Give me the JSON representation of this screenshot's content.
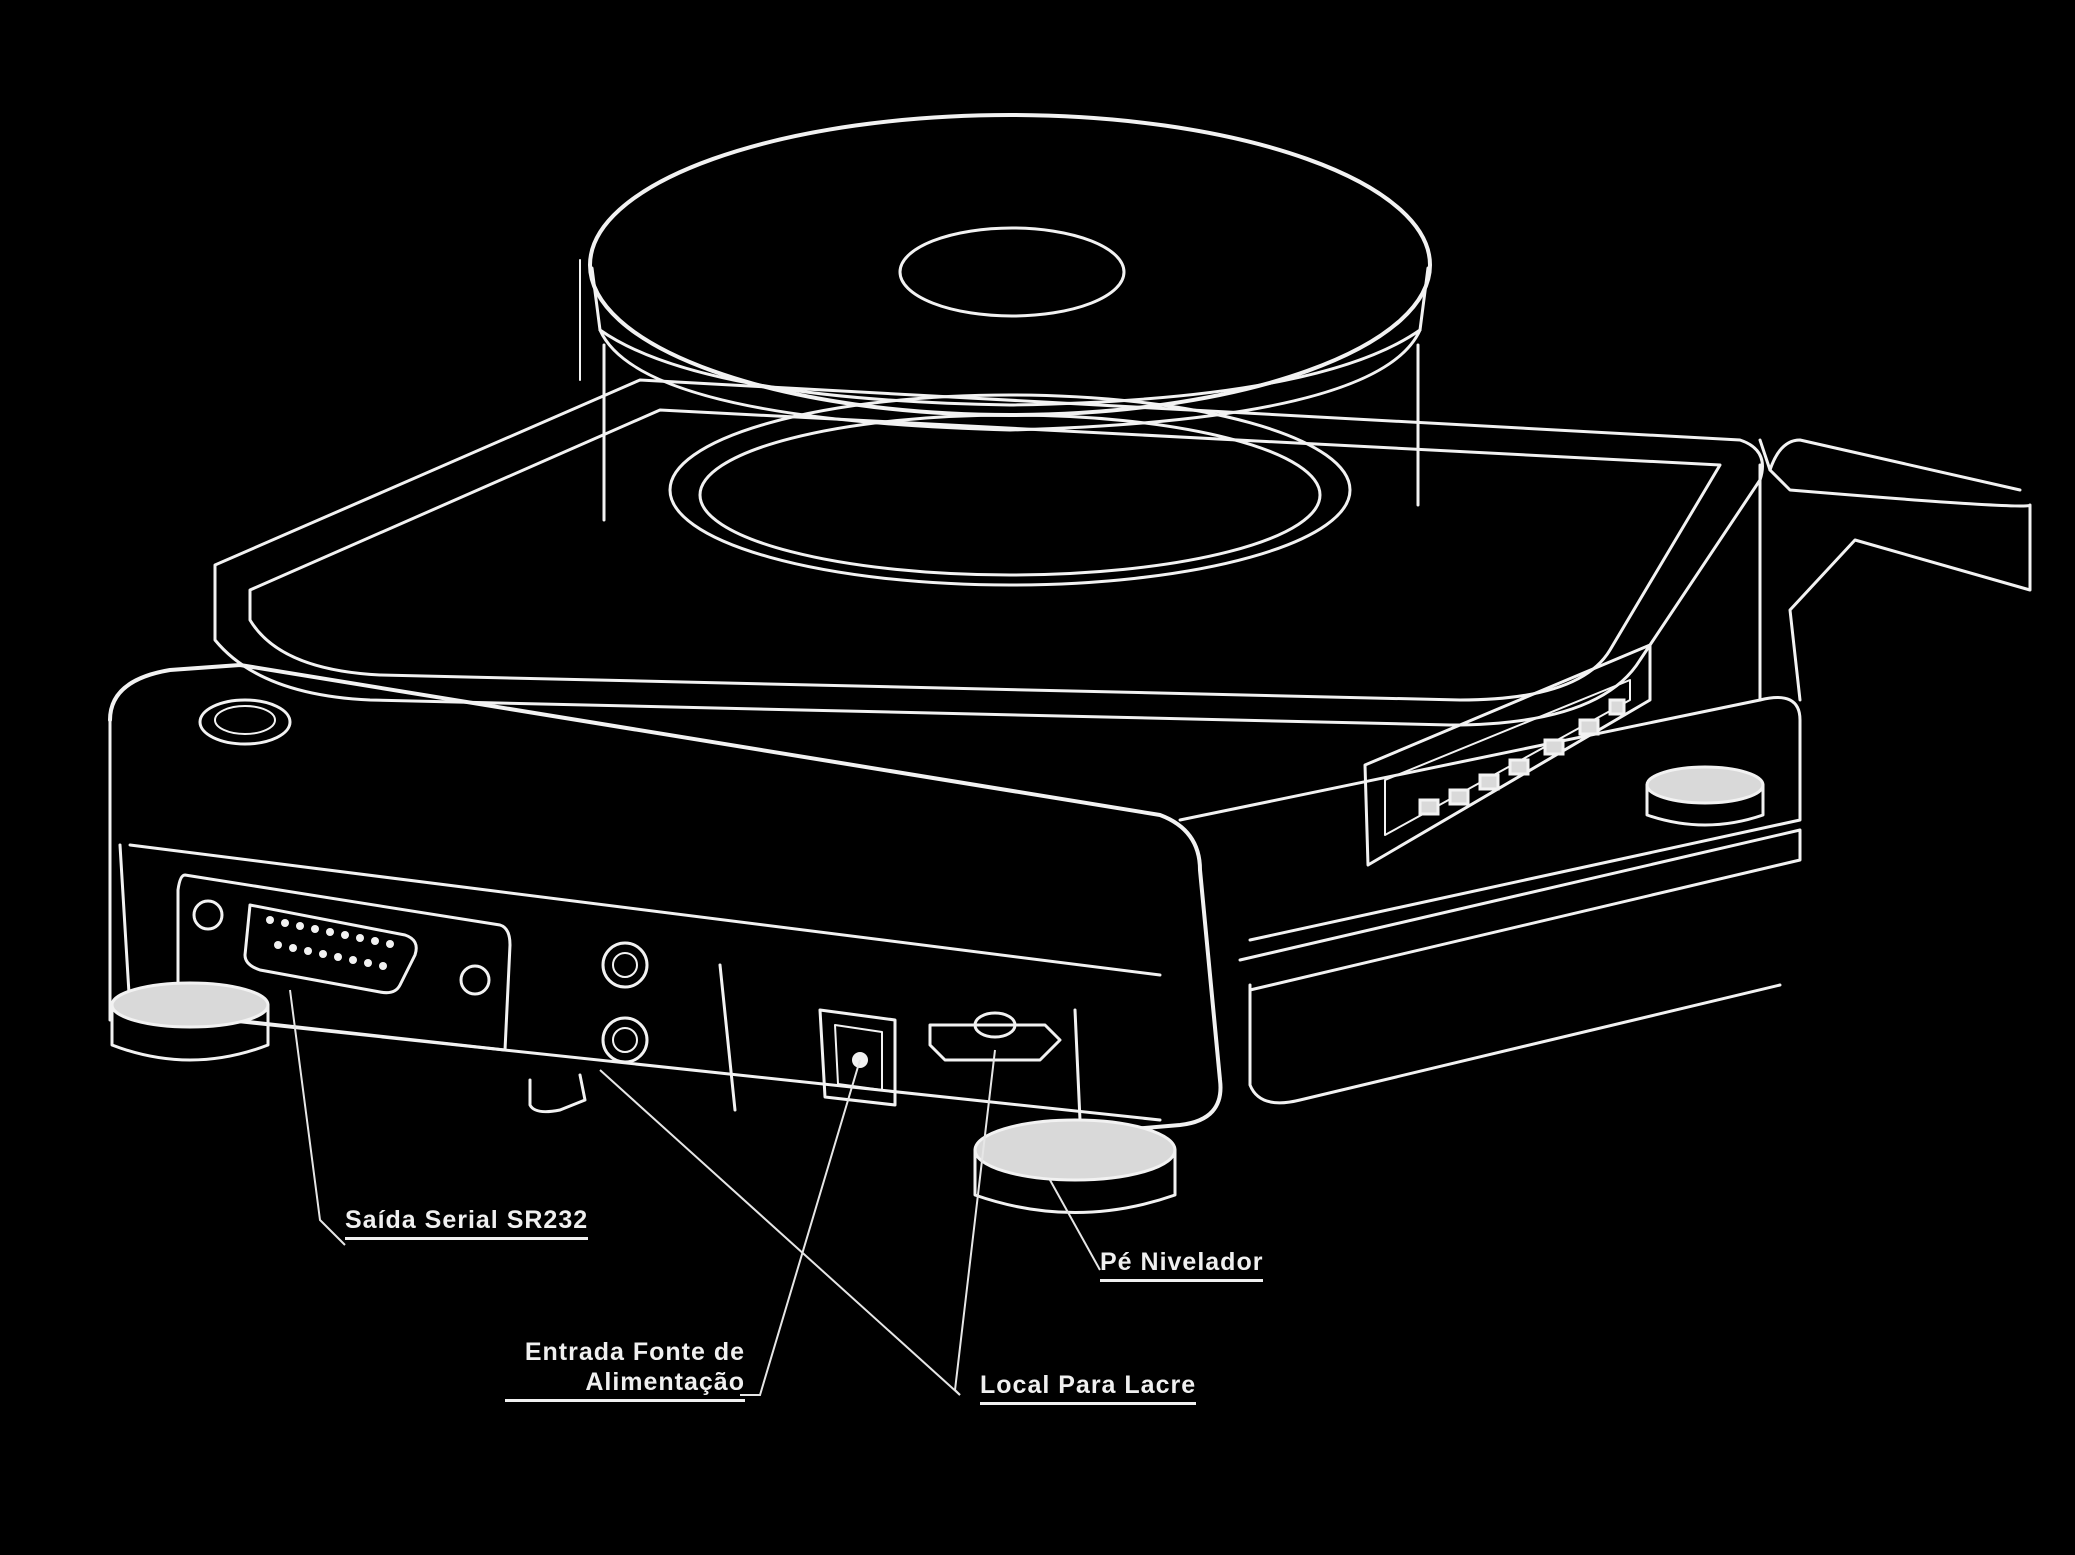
{
  "callouts": {
    "serial_output": "Saída Serial SR232",
    "power_input_line1": "Entrada Fonte de",
    "power_input_line2": "Alimentação",
    "seal_location": "Local Para Lacre",
    "leveling_foot": "Pé Nivelador"
  },
  "colors": {
    "background": "#000000",
    "line": "#f2f2f2"
  }
}
